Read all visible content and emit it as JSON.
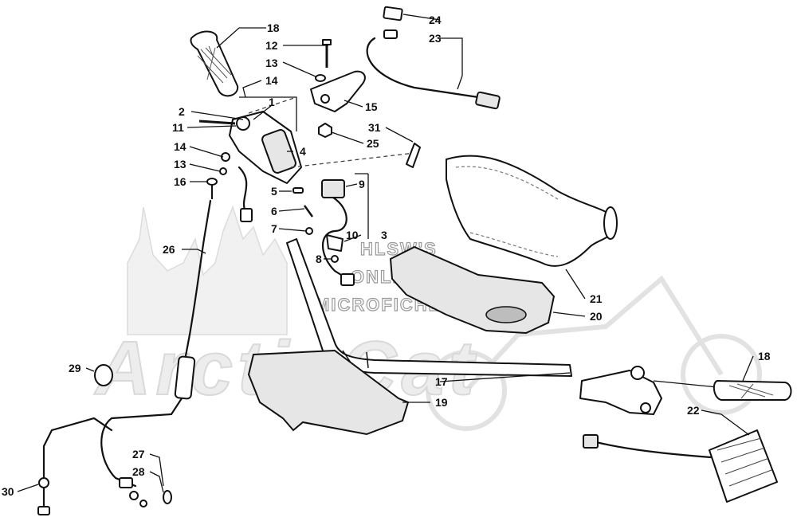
{
  "watermark": {
    "line1": "HLSW'S",
    "line2": "ONLINE",
    "line3": "MICROFICHE",
    "brand": "ArcticCat"
  },
  "callouts": [
    "18",
    "12",
    "13",
    "14",
    "2",
    "11",
    "1",
    "15",
    "24",
    "23",
    "31",
    "25",
    "4",
    "14",
    "13",
    "16",
    "9",
    "5",
    "6",
    "7",
    "3",
    "10",
    "8",
    "26",
    "21",
    "20",
    "18",
    "17",
    "19",
    "29",
    "22",
    "27",
    "28",
    "30"
  ]
}
